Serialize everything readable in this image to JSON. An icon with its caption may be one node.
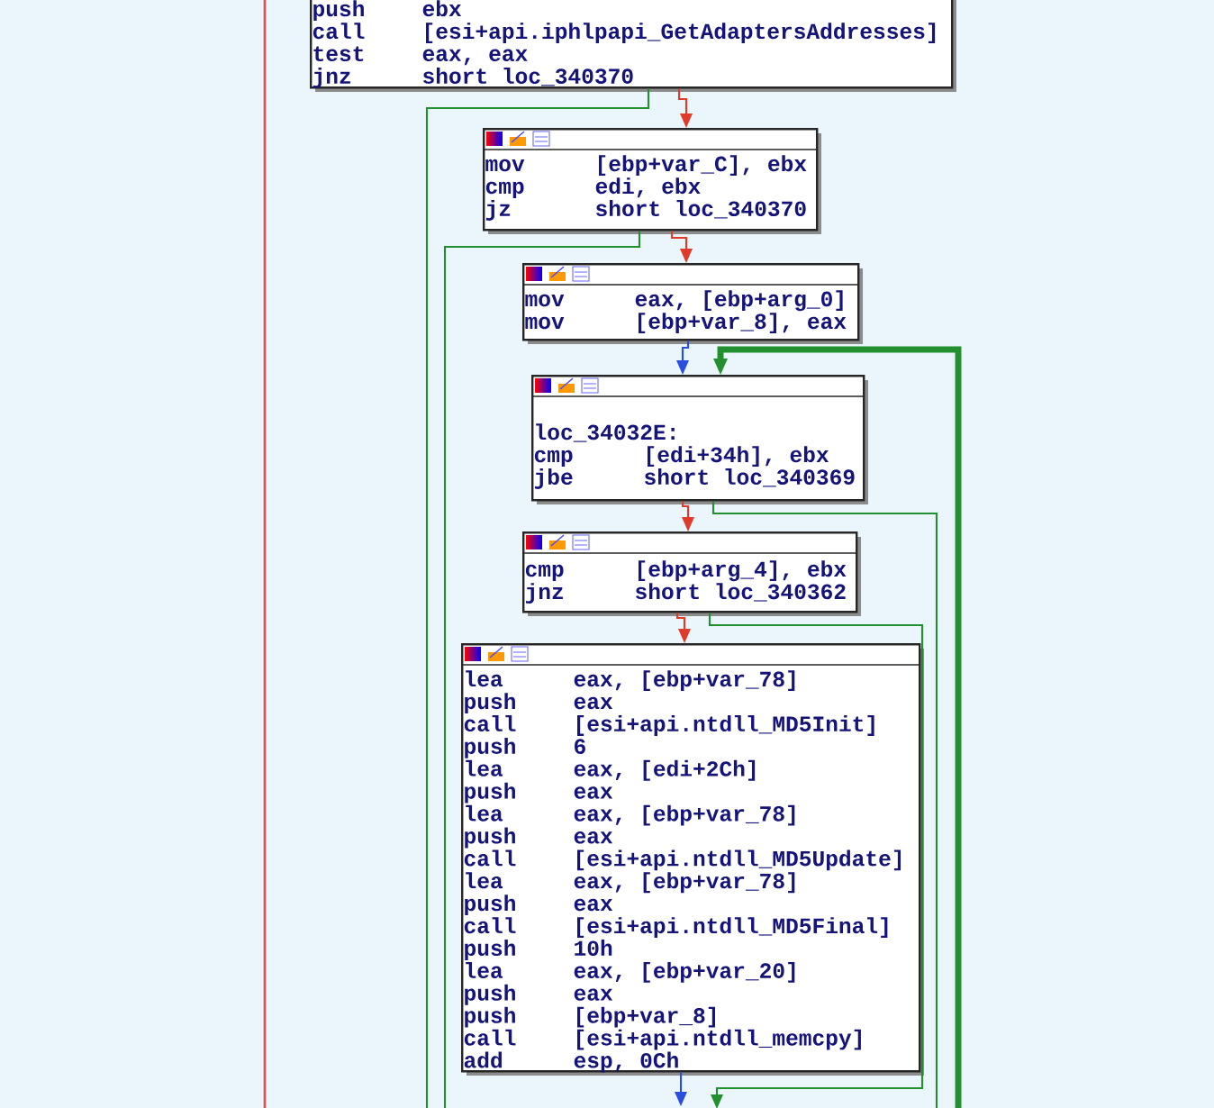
{
  "diagram": {
    "nodes": [
      {
        "text": [
          "push",
          "ebx",
          "call",
          "[esi+api.iphlpapi_GetAdaptersAddresses]",
          "test",
          "eax, eax",
          "jnz",
          "short loc_340370"
        ]
      },
      {
        "text": [
          "mov",
          "[ebp+var_C], ebx",
          "cmp",
          "edi, ebx",
          "jz",
          "short loc_340370"
        ]
      },
      {
        "text": [
          "mov",
          "eax, [ebp+arg_0]",
          "mov",
          "[ebp+var_8], eax"
        ]
      },
      {
        "text": [
          "loc_34032E:",
          "cmp",
          "[edi+34h], ebx",
          "jbe",
          "short loc_340369"
        ]
      },
      {
        "text": [
          "cmp",
          "[ebp+arg_4], ebx",
          "jnz",
          "short loc_340362"
        ]
      },
      {
        "text": [
          "lea",
          "eax, [ebp+var_78]",
          "push",
          "eax",
          "call",
          "[esi+api.ntdll_MD5Init]",
          "push",
          "6",
          "lea",
          "eax, [edi+2Ch]",
          "push",
          "eax",
          "lea",
          "eax, [ebp+var_78]",
          "push",
          "eax",
          "call",
          "[esi+api.ntdll_MD5Update]",
          "lea",
          "eax, [ebp+var_78]",
          "push",
          "eax",
          "call",
          "[esi+api.ntdll_MD5Final]",
          "push",
          "10h",
          "lea",
          "eax, [ebp+var_20]",
          "push",
          "eax",
          "push",
          "[ebp+var_8]",
          "call",
          "[esi+api.ntdll_memcpy]",
          "add",
          "esp, 0Ch"
        ]
      }
    ],
    "edges": [
      {
        "from": 0,
        "to": 1,
        "arrow": "to",
        "color": "#e03a2a"
      },
      {
        "from": 0,
        "to": null,
        "arrow": "none"
      },
      {
        "from": 1,
        "to": 2,
        "arrow": "to",
        "color": "#e03a2a"
      },
      {
        "from": 1,
        "to": null,
        "arrow": "none"
      },
      {
        "from": 2,
        "to": 3,
        "arrow": "to",
        "color": "#2a4ee0"
      },
      {
        "from": null,
        "to": 3,
        "arrow": "to",
        "style": "thick"
      },
      {
        "from": 3,
        "to": 4,
        "arrow": "to",
        "color": "#e03a2a"
      },
      {
        "from": 3,
        "to": null,
        "arrow": "none"
      },
      {
        "from": 4,
        "to": 5,
        "arrow": "to",
        "color": "#e03a2a"
      },
      {
        "from": 4,
        "to": null,
        "arrow": "to"
      },
      {
        "from": 5,
        "to": null,
        "arrow": "to",
        "color": "#2a4ee0"
      }
    ]
  }
}
